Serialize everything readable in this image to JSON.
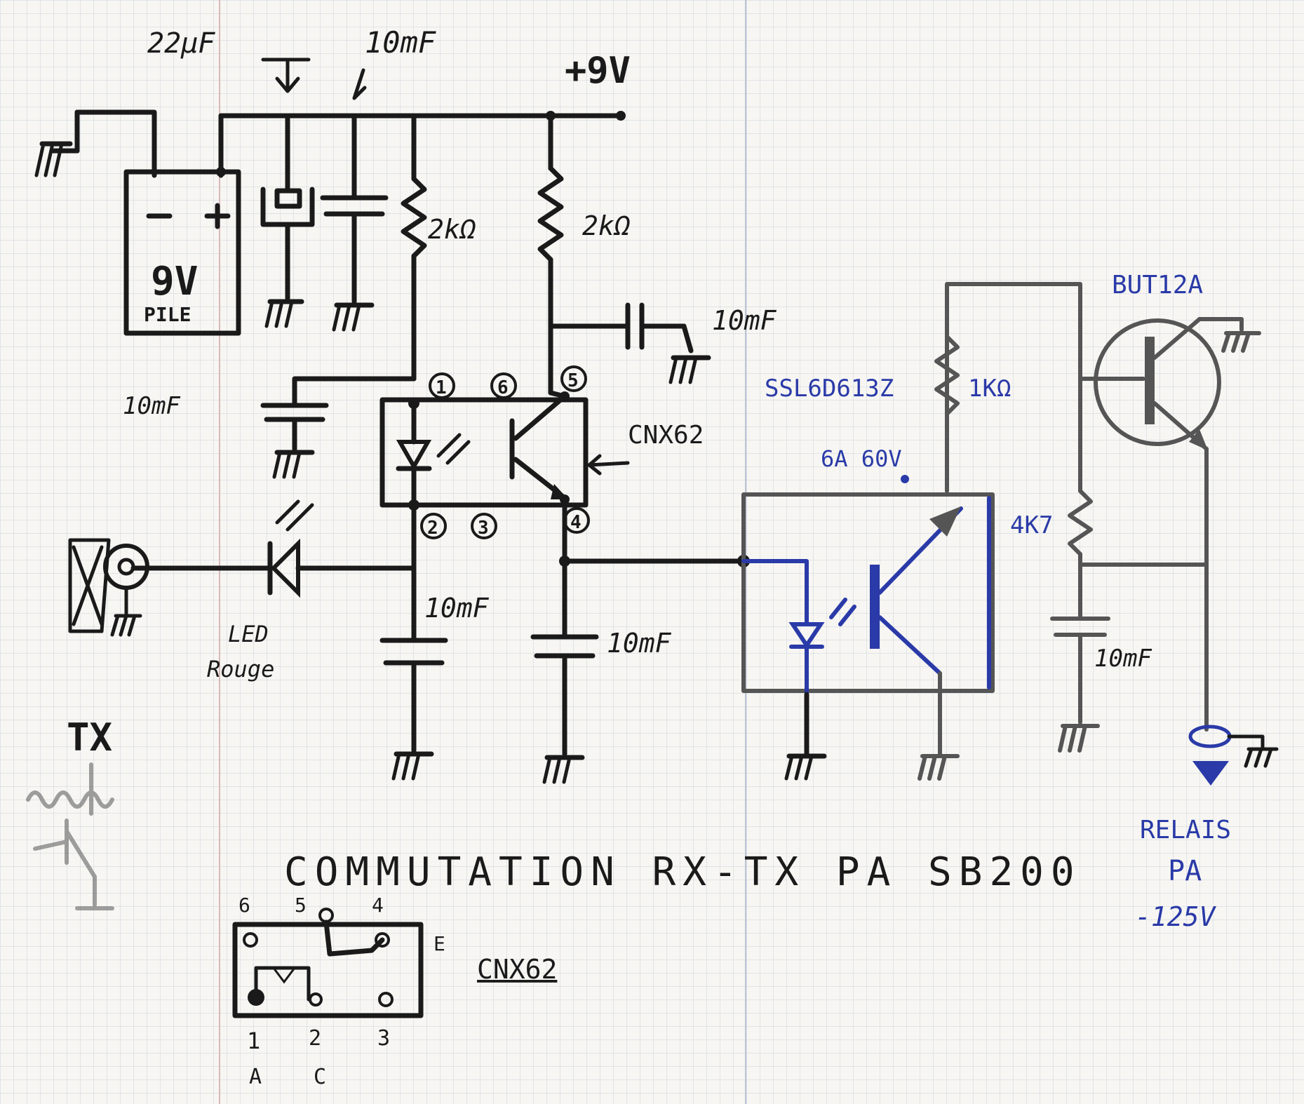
{
  "labels": {
    "c1": "22µF",
    "c2": "10mF",
    "vcc": "+9V",
    "battery": "9V",
    "battery_type": "PILE",
    "r1": "2kΩ",
    "r2": "2kΩ",
    "c3": "10mF",
    "c4": "10mF",
    "c5": "10mF",
    "c6": "10mF",
    "c7": "10mF",
    "opto": "CNX62",
    "pin1": "1",
    "pin2": "2",
    "pin3": "3",
    "pin4": "4",
    "pin5": "5",
    "pin6": "6",
    "led_line1": "LED",
    "led_line2": "Rouge",
    "tx": "TX",
    "relay_part": "SSL6D613Z",
    "r3": "1KΩ",
    "relay_rating": "6A 60V",
    "r4": "4K7",
    "transistor": "BUT12A",
    "relais_line1": "RELAIS",
    "relais_line2": "PA",
    "relais_line3": "-125V",
    "title": "COMMUTATION RX-TX PA SB200",
    "pin_labels": {
      "top": [
        "6",
        "5",
        "4"
      ],
      "e": "E",
      "bottom": [
        "1",
        "2",
        "3"
      ],
      "ac": [
        "A",
        "C"
      ]
    },
    "cnx_caption": "CNX62"
  },
  "colors": {
    "ink": "#1a1a1a",
    "blue_ink": "#2a3aa8",
    "paper": "#f7f6f2",
    "grid": "#c9d2e0"
  }
}
